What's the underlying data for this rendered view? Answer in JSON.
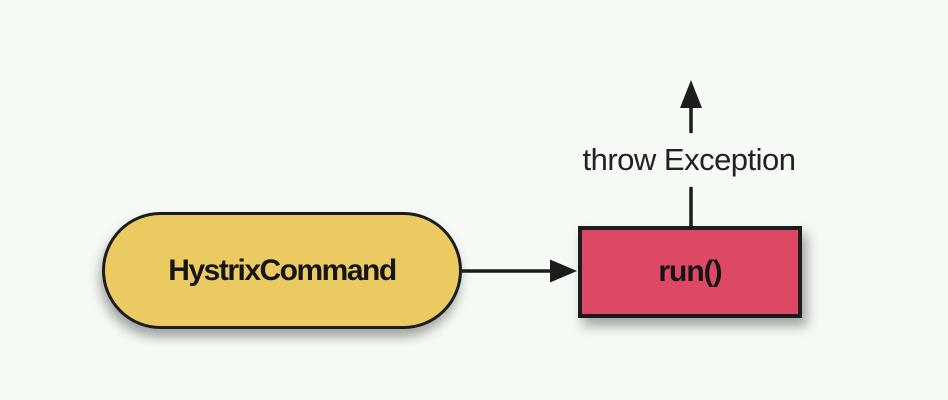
{
  "diagram": {
    "type": "flow-diagram",
    "nodes": [
      {
        "id": "hystrix-command",
        "label": "HystrixCommand",
        "shape": "rounded-pill",
        "fill": "#ecca62"
      },
      {
        "id": "run",
        "label": "run()",
        "shape": "rectangle",
        "fill": "#dd4964"
      }
    ],
    "edges": [
      {
        "from": "hystrix-command",
        "to": "run",
        "type": "arrow-right"
      },
      {
        "from": "run",
        "type": "arrow-up",
        "label": "throw Exception"
      }
    ]
  },
  "colors": {
    "background": "#f5faf4",
    "node-yellow": "#ecca62",
    "node-red": "#dd4964",
    "line": "#1c1c1c",
    "text": "#151515"
  }
}
